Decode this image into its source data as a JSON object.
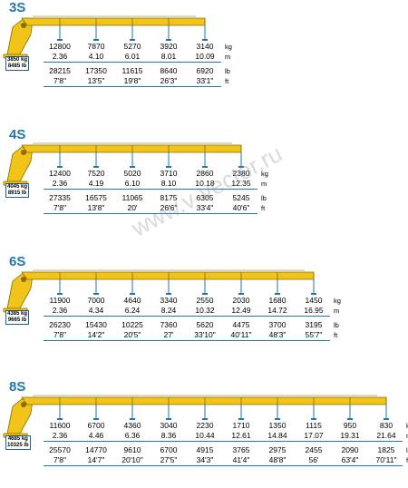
{
  "watermark": "www.v-vector.ru",
  "units": {
    "kg": "kg",
    "m": "m",
    "lb": "lb",
    "ft": "ft"
  },
  "colors": {
    "boom": "#f0c419",
    "boom_edge": "#8a6d00",
    "accent": "#1f77b4"
  },
  "sections": [
    {
      "title": "3S",
      "capacity_kg": "3850 kg",
      "capacity_lb": "8485 lb",
      "kg": [
        "12800",
        "7870",
        "5270",
        "3920",
        "3140"
      ],
      "m": [
        "2.36",
        "4.10",
        "6.01",
        "8.01",
        "10.09"
      ],
      "lb": [
        "28215",
        "17350",
        "11615",
        "8640",
        "6920"
      ],
      "ft": [
        "7'8\"",
        "13'5\"",
        "19'8\"",
        "26'3\"",
        "33'1\""
      ]
    },
    {
      "title": "4S",
      "capacity_kg": "4045 kg",
      "capacity_lb": "8915 lb",
      "kg": [
        "12400",
        "7520",
        "5020",
        "3710",
        "2860",
        "2380"
      ],
      "m": [
        "2.36",
        "4.19",
        "6.10",
        "8.10",
        "10.18",
        "12.35"
      ],
      "lb": [
        "27335",
        "16575",
        "11065",
        "8175",
        "6305",
        "5245"
      ],
      "ft": [
        "7'8\"",
        "13'8\"",
        "20'",
        "26'6\"",
        "33'4\"",
        "40'6\""
      ]
    },
    {
      "title": "6S",
      "capacity_kg": "4385 kg",
      "capacity_lb": "9665 lb",
      "kg": [
        "11900",
        "7000",
        "4640",
        "3340",
        "2550",
        "2030",
        "1680",
        "1450"
      ],
      "m": [
        "2.36",
        "4.34",
        "6.24",
        "8.24",
        "10.32",
        "12.49",
        "14.72",
        "16.95"
      ],
      "lb": [
        "26230",
        "15430",
        "10225",
        "7360",
        "5620",
        "4475",
        "3700",
        "3195"
      ],
      "ft": [
        "7'8\"",
        "14'2\"",
        "20'5\"",
        "27'",
        "33'10\"",
        "40'11\"",
        "48'3\"",
        "55'7\""
      ]
    },
    {
      "title": "8S",
      "capacity_kg": "4685 kg",
      "capacity_lb": "10325 lb",
      "kg": [
        "11600",
        "6700",
        "4360",
        "3040",
        "2230",
        "1710",
        "1350",
        "1115",
        "950",
        "830"
      ],
      "m": [
        "2.36",
        "4.46",
        "6.36",
        "8.36",
        "10.44",
        "12.61",
        "14.84",
        "17.07",
        "19.31",
        "21.64"
      ],
      "lb": [
        "25570",
        "14770",
        "9610",
        "6700",
        "4915",
        "3765",
        "2975",
        "2455",
        "2090",
        "1825"
      ],
      "ft": [
        "7'8\"",
        "14'7\"",
        "20'10\"",
        "27'5\"",
        "34'3\"",
        "41'4\"",
        "48'8\"",
        "56'",
        "63'4\"",
        "70'11\""
      ]
    }
  ]
}
